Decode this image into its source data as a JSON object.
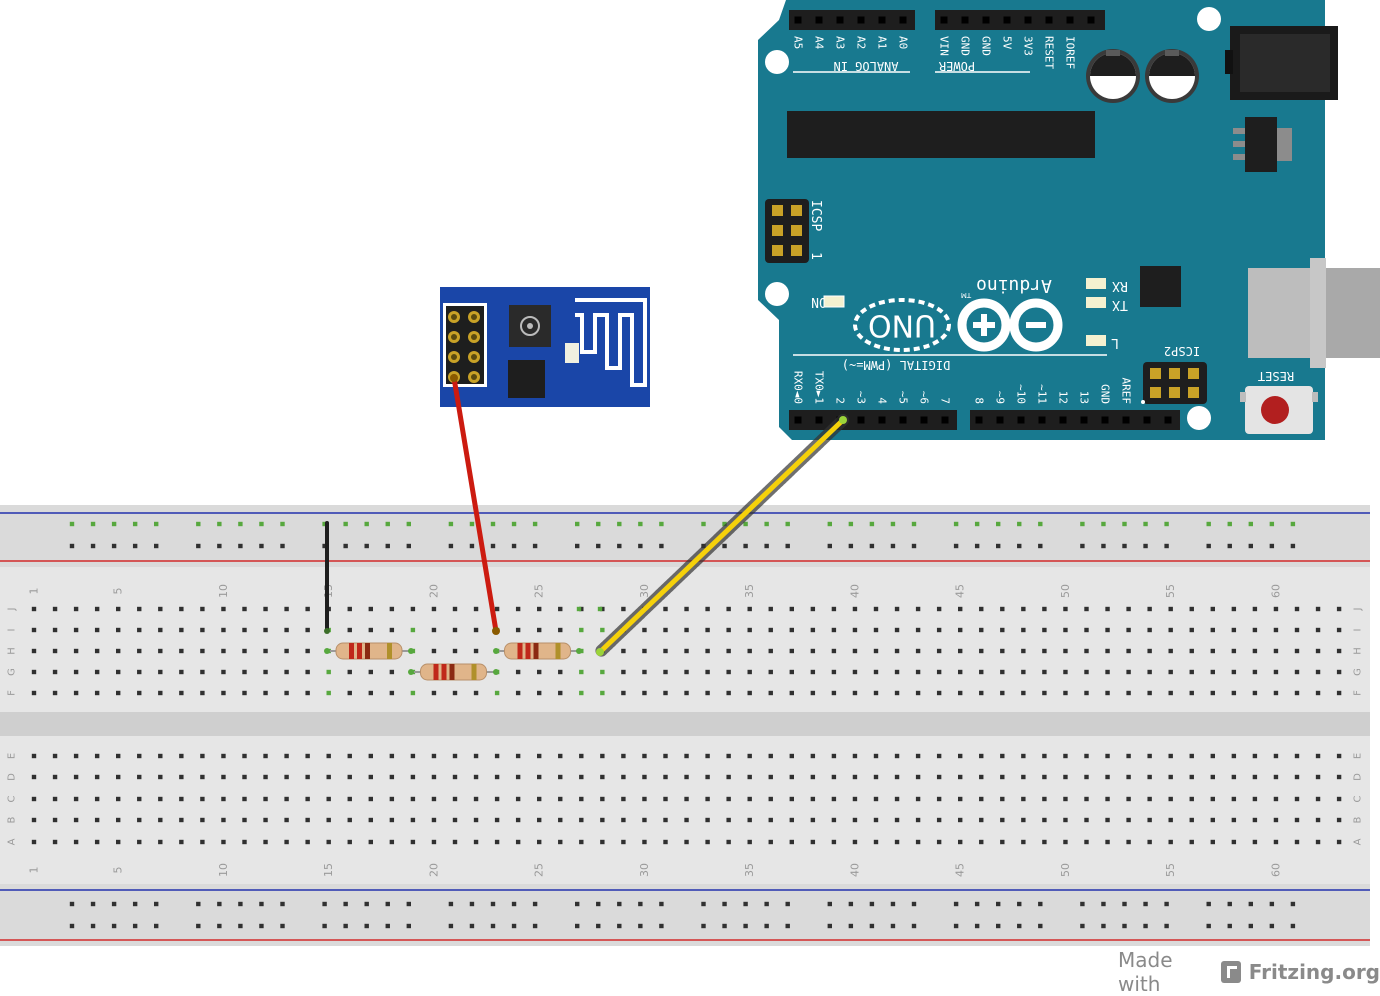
{
  "colors": {
    "breadboard_rail": "#dadada",
    "breadboard_main": "#e8e8e8",
    "hole": "#303030",
    "hole_active": "#57a83e",
    "rail_blue": "#2231ad",
    "rail_red": "#d12b2b",
    "arduino_board": "#18798f",
    "esp_board": "#1a46a8",
    "wire_red": "#cc1b10",
    "wire_black": "#1e1e1e",
    "wire_yellow": "#f5d10a",
    "resistor_body": "#e0b58a"
  },
  "breadboard": {
    "column_numbers": [
      "1",
      "5",
      "10",
      "15",
      "20",
      "25",
      "30",
      "35",
      "40",
      "45",
      "50",
      "55",
      "60"
    ],
    "row_letters_top": [
      "J",
      "I",
      "H",
      "G",
      "F"
    ],
    "row_letters_bottom": [
      "E",
      "D",
      "C",
      "B",
      "A"
    ]
  },
  "arduino": {
    "brand": "Arduino",
    "tm": "TM",
    "model": "UNO",
    "analog_pins": [
      "A5",
      "A4",
      "A3",
      "A2",
      "A1",
      "A0"
    ],
    "analog_label": "ANALOG IN",
    "power_pins": [
      "VIN",
      "GND",
      "GND",
      "5V",
      "3V3",
      "RESET",
      "IOREF"
    ],
    "power_label": "POWER",
    "icsp_label": "ICSP",
    "icsp_pin1": "1",
    "icsp2_label": "ICSP2",
    "on_label": "ON",
    "rx_label": "RX",
    "tx_label": "TX",
    "l_label": "L",
    "reset_label": "RESET",
    "digital_label": "DIGITAL (PWM=~)",
    "digital_pins": [
      "RX0◄0",
      "TX0►1",
      "2",
      "~3",
      "4",
      "~5",
      "~6",
      "7",
      "8",
      "~9",
      "~10",
      "~11",
      "12",
      "13",
      "GND",
      "AREF"
    ]
  },
  "watermark": {
    "prefix": "Made with",
    "brand": "Fritzing.org"
  }
}
